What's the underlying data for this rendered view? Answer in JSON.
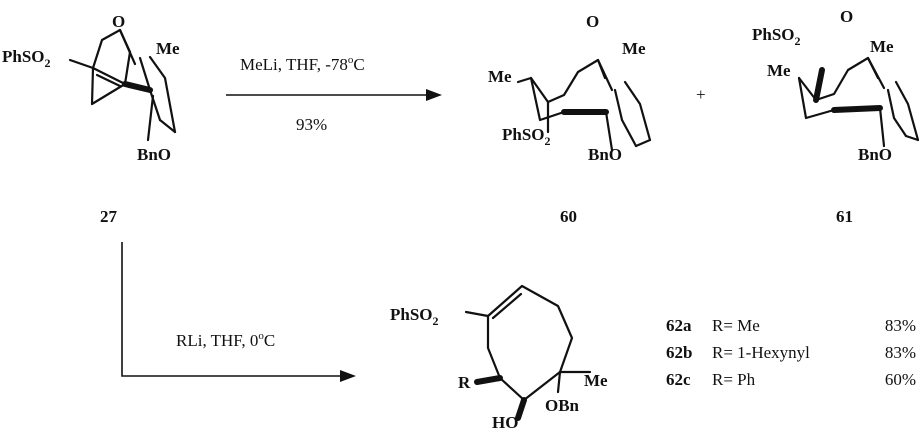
{
  "compounds": {
    "c27": {
      "number": "27",
      "labels": {
        "phso2": "PhSO",
        "sub2": "2",
        "o": "O",
        "me": "Me",
        "bno": "BnO"
      }
    },
    "c60": {
      "number": "60",
      "labels": {
        "o": "O",
        "me_top": "Me",
        "me_left": "Me",
        "phso2": "PhSO",
        "sub2": "2",
        "bno": "BnO"
      }
    },
    "c61": {
      "number": "61",
      "labels": {
        "phso2": "PhSO",
        "sub2": "2",
        "o": "O",
        "me_top": "Me",
        "me_left": "Me",
        "bno": "BnO"
      }
    },
    "c62": {
      "labels": {
        "phso2": "PhSO",
        "sub2": "2",
        "r": "R",
        "me": "Me",
        "obn": "OBn",
        "ho": "HO"
      }
    }
  },
  "reaction1": {
    "reagents": "MeLi, THF, -78",
    "deg": "o",
    "unit": "C",
    "yield": "93%"
  },
  "plus": "+",
  "reaction2": {
    "reagents": "RLi, THF, 0",
    "deg": "o",
    "unit": "C"
  },
  "products": [
    {
      "id": "62a",
      "r": "R= Me",
      "yield": "83%"
    },
    {
      "id": "62b",
      "r": "R= 1-Hexynyl",
      "yield": "83%"
    },
    {
      "id": "62c",
      "r": "R= Ph",
      "yield": "60%"
    }
  ]
}
